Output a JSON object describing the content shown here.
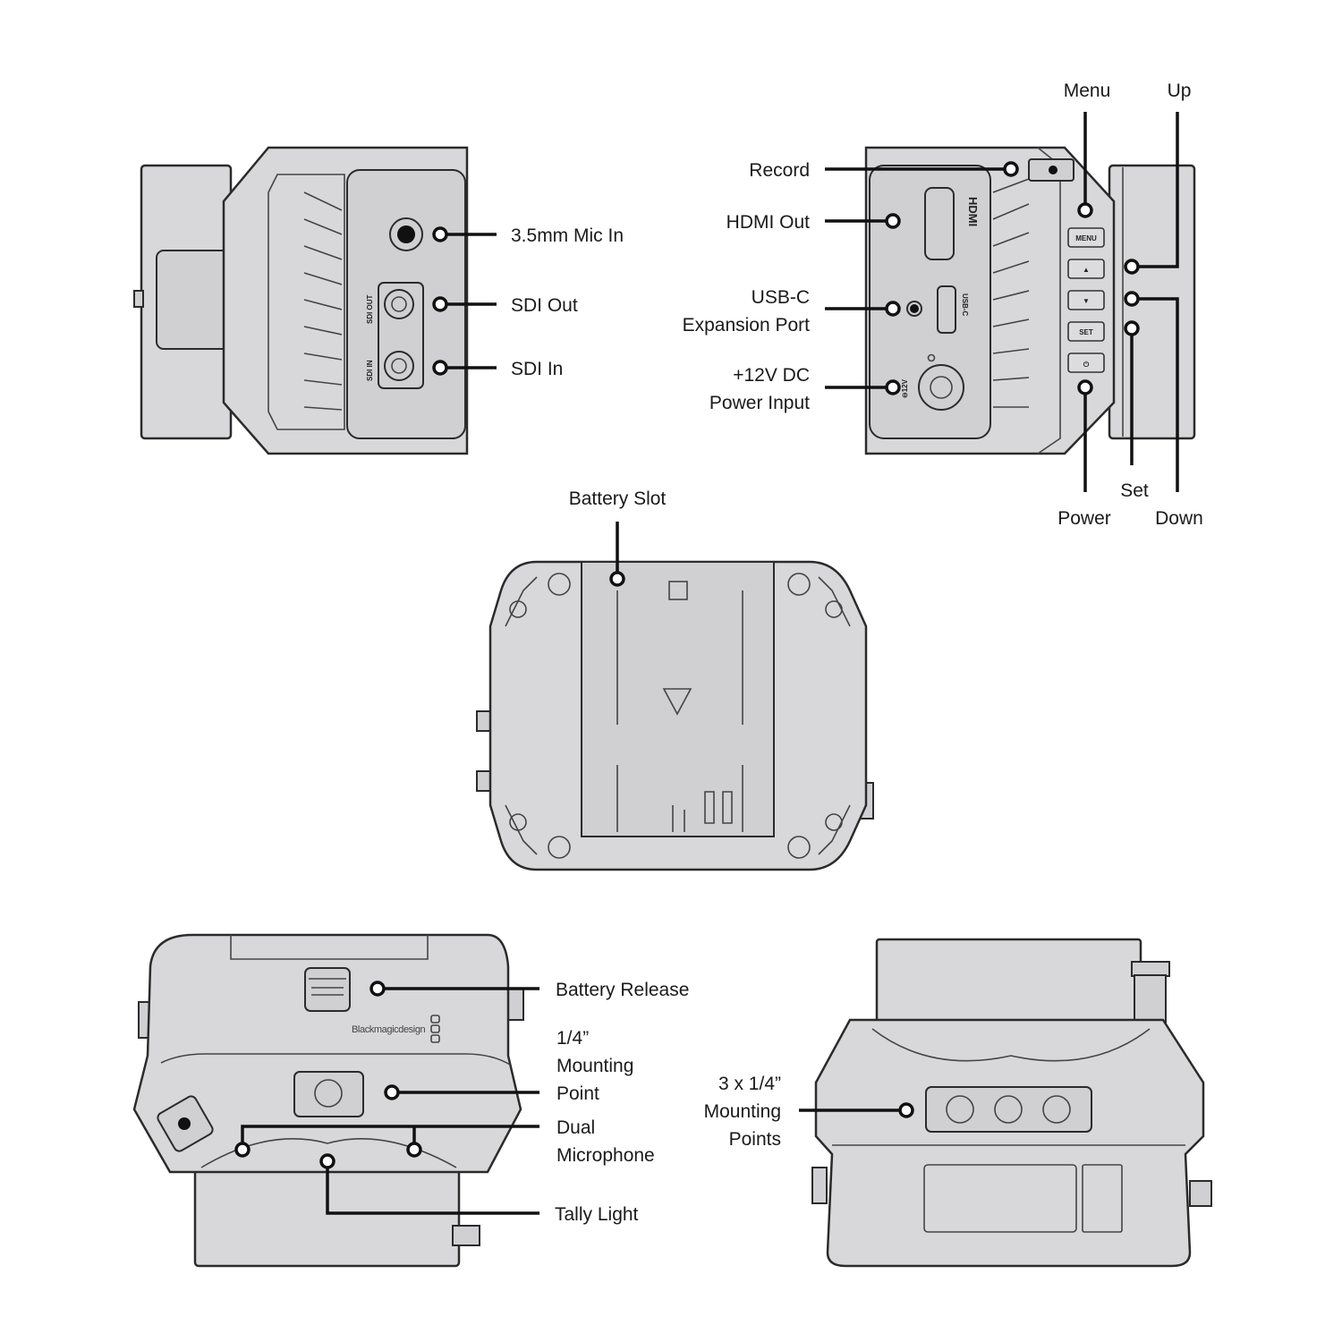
{
  "side_left_view": {
    "callouts": {
      "mic_in": "3.5mm Mic In",
      "sdi_out": "SDI Out",
      "sdi_in": "SDI In"
    },
    "panel_markings": {
      "sdi_out": "SDI OUT",
      "sdi_in": "SDI IN"
    }
  },
  "side_right_view": {
    "callouts": {
      "record": "Record",
      "hdmi_out": "HDMI Out",
      "usbc_line1": "USB-C",
      "usbc_line2": "Expansion Port",
      "power_input_line1": "+12V DC",
      "power_input_line2": "Power Input",
      "menu": "Menu",
      "up": "Up",
      "set": "Set",
      "power": "Power",
      "down": "Down"
    },
    "panel_markings": {
      "hdmi": "HDMI",
      "usbc": "USB-C",
      "dc": "⊖12V"
    },
    "buttons": {
      "menu": "MENU",
      "up": "▲",
      "down": "▼",
      "set": "SET",
      "power": "⏻"
    }
  },
  "rear_view": {
    "callouts": {
      "battery_slot": "Battery Slot"
    }
  },
  "bottom_view": {
    "callouts": {
      "battery_release": "Battery Release",
      "mount_line1": "1/4”",
      "mount_line2": "Mounting",
      "mount_line3": "Point",
      "mic_line1": "Dual",
      "mic_line2": "Microphone",
      "tally": "Tally Light"
    },
    "brand": "Blackmagicdesign"
  },
  "top_view": {
    "callouts": {
      "line1": "3 x 1/4”",
      "line2": "Mounting",
      "line3": "Points"
    }
  }
}
